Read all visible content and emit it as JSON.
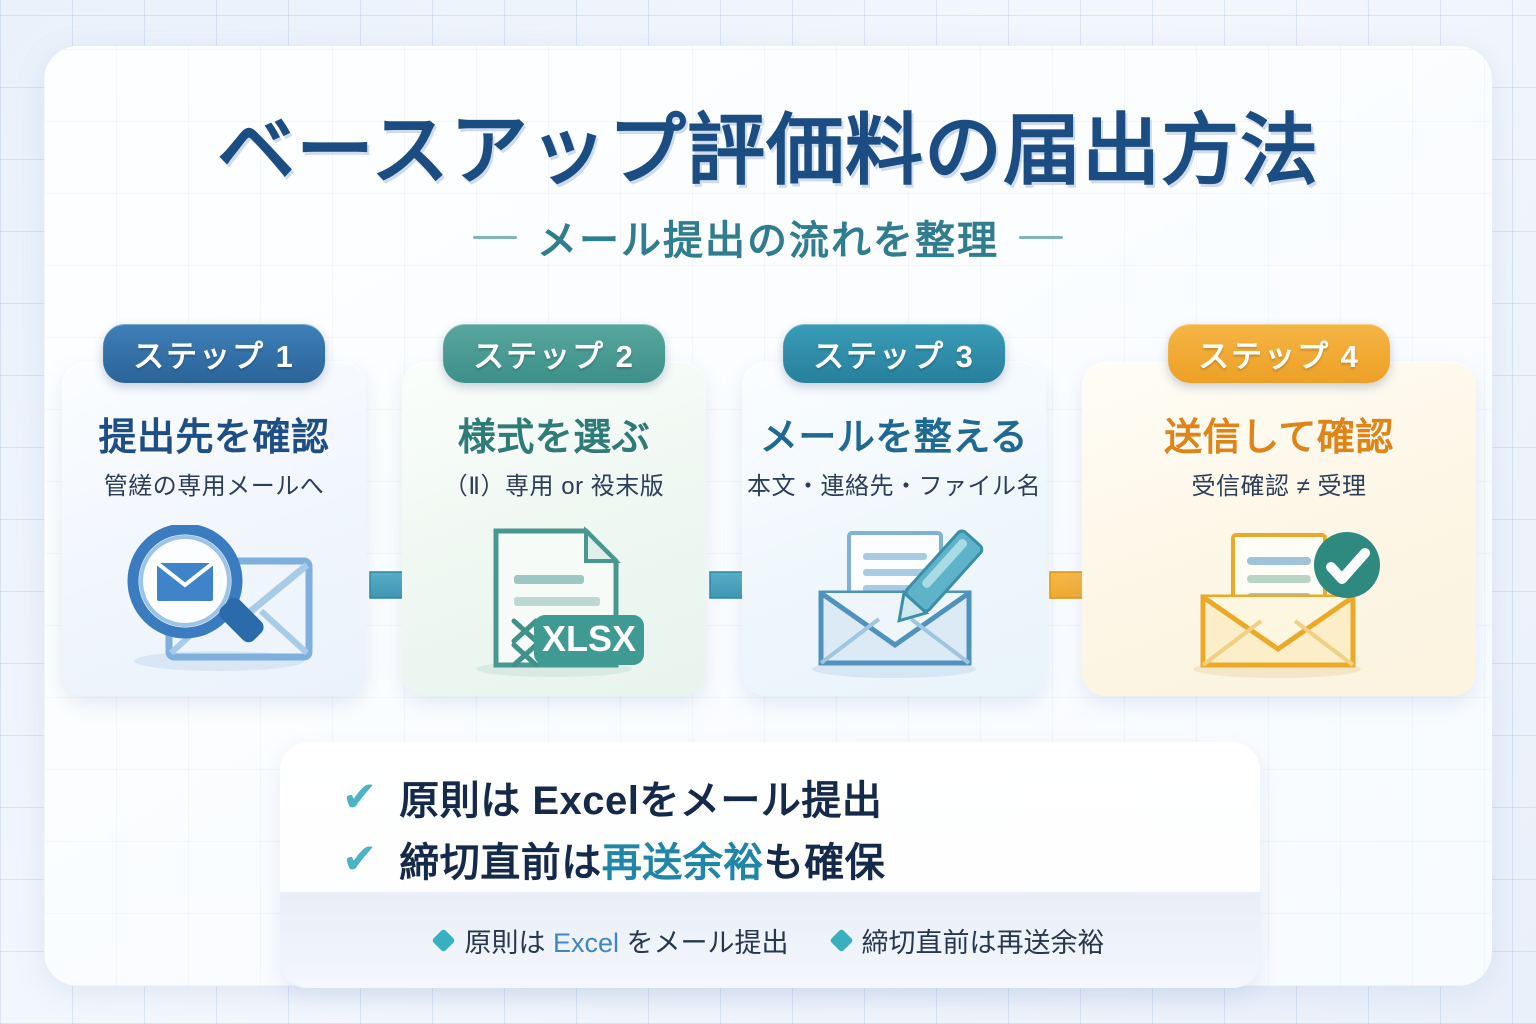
{
  "header": {
    "title": "ベースアップ評価料の届出方法",
    "subtitle": "メール提出の流れを整理"
  },
  "steps": [
    {
      "badge": "ステップ 1",
      "title": "提出先を確認",
      "subtitle": "管縒の専用メールへ",
      "icon": "magnifier-envelope-icon",
      "badge_color": "#2a6499",
      "title_color": "#1d4e86"
    },
    {
      "badge": "ステップ 2",
      "title": "様式を選ぶ",
      "subtitle": "（Ⅱ）専用 or 祋末版",
      "icon": "xlsx-document-icon",
      "icon_label": "XLSX",
      "badge_color": "#3d8f8a",
      "title_color": "#2d7c77"
    },
    {
      "badge": "ステップ 3",
      "title": "メールを整える",
      "subtitle": "本文・連絡先・ファイル名",
      "icon": "envelope-pencil-icon",
      "badge_color": "#27809c",
      "title_color": "#1e6a94"
    },
    {
      "badge": "ステップ 4",
      "title": "送信して確認",
      "subtitle": "受信確認 ≠ 受理",
      "icon": "envelope-check-icon",
      "badge_color": "#eda026",
      "title_color": "#e08416"
    }
  ],
  "arrows": [
    {
      "name": "arrow-step1-to-step2",
      "color": "#3f9ab5"
    },
    {
      "name": "arrow-step2-to-step3",
      "color": "#3f9ab5"
    },
    {
      "name": "arrow-step3-to-step4",
      "color": "#f2a72a"
    }
  ],
  "checklist": [
    {
      "check": "✔",
      "text_before": "原則は Excelをメール提出",
      "highlight": "",
      "text_after": ""
    },
    {
      "check": "✔",
      "text_before": "締切直前は",
      "highlight": "再送余裕",
      "text_after": "も確保"
    }
  ],
  "footer_pills": [
    {
      "bullet": "◆",
      "prefix": "原則は ",
      "accent": "Excel",
      "suffix": " をメール提出"
    },
    {
      "bullet": "◆",
      "prefix": "締切直前は再送余裕",
      "accent": "",
      "suffix": ""
    }
  ]
}
